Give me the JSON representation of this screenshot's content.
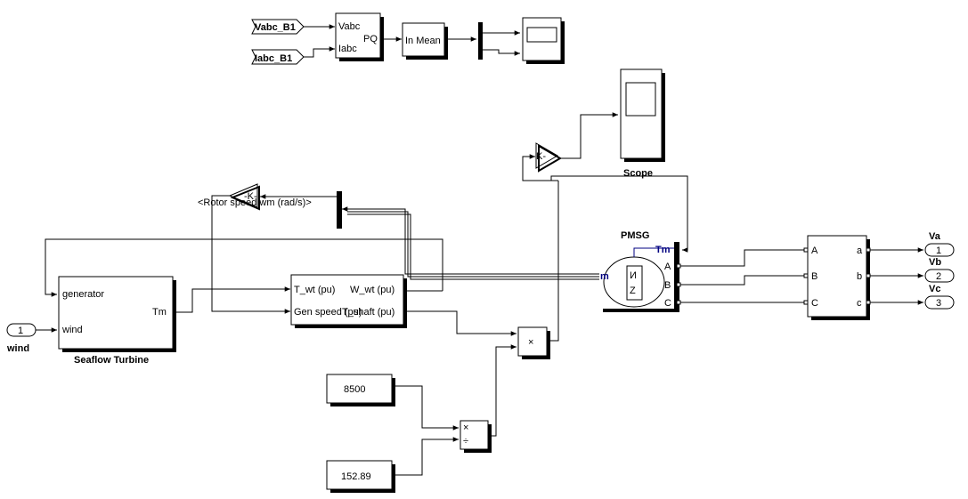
{
  "goto_tags": {
    "vabc": "Vabc_B1",
    "iabc": "Iabc_B1"
  },
  "pq_block": {
    "in1": "Vabc",
    "in2": "Iabc",
    "out": "PQ"
  },
  "mean_block": {
    "label": "In Mean"
  },
  "gain_scope": {
    "label": "K-"
  },
  "scope": {
    "name": "Scope"
  },
  "gain_rotor": {
    "label": "-K-"
  },
  "rotor_bus_label": "<Rotor speed wm (rad/s)>",
  "pmsg": {
    "name": "PMSG",
    "tm": "Tm",
    "m": "m",
    "a": "A",
    "b": "B",
    "c": "C"
  },
  "vi_meas": {
    "in_a": "A",
    "in_b": "B",
    "in_c": "C",
    "out_a": "a",
    "out_b": "b",
    "out_c": "c"
  },
  "outports": [
    {
      "num": "1",
      "name": "Va"
    },
    {
      "num": "2",
      "name": "Vb"
    },
    {
      "num": "3",
      "name": "Vc"
    }
  ],
  "turbine": {
    "name": "Seaflow Turbine",
    "in1": "generator",
    "in2": "wind",
    "out": "Tm"
  },
  "inport_wind": {
    "num": "1",
    "name": "wind"
  },
  "shaft": {
    "in1": "T_wt (pu)",
    "in2": "Gen speed (pu)",
    "out1": "W_wt (pu)",
    "out2": "T_shaft (pu)"
  },
  "product": {
    "symbol": "×"
  },
  "divide": {
    "sym1": "×",
    "sym2": "÷"
  },
  "constants": {
    "c1": "8500",
    "c2": "152.89"
  },
  "colors": {
    "line": "#000000",
    "port_text": "#000080"
  }
}
